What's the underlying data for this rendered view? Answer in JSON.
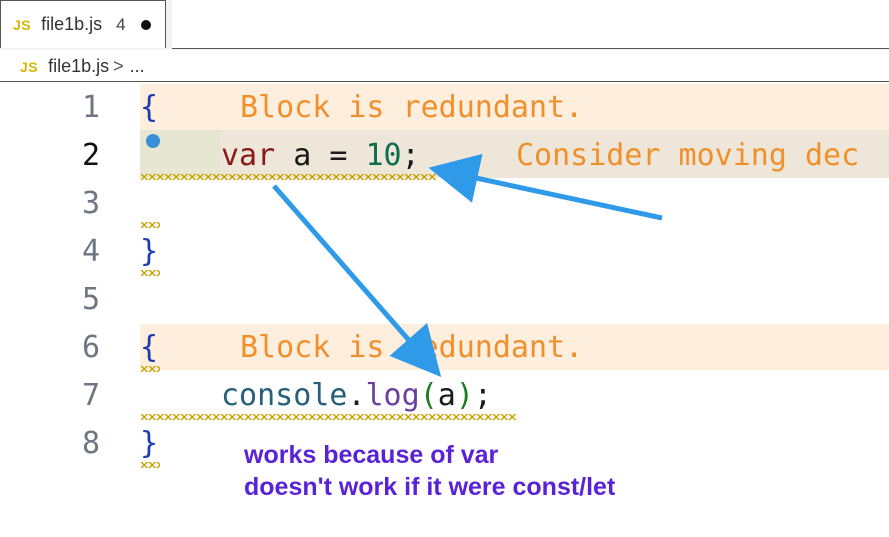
{
  "tab": {
    "icon": "JS",
    "name": "file1b.js",
    "count": "4"
  },
  "breadcrumb": {
    "icon": "JS",
    "file": "file1b.js",
    "separator": ">",
    "more": "..."
  },
  "lines": [
    "1",
    "2",
    "3",
    "4",
    "5",
    "6",
    "7",
    "8"
  ],
  "code": {
    "l1_brace": "{",
    "l1_ghost": "Block is redundant.",
    "l2_var": "var",
    "l2_rest_a": " a = ",
    "l2_num": "10",
    "l2_semi": ";",
    "l2_ghost": "Consider moving dec",
    "l4_brace": "}",
    "l6_brace": "{",
    "l6_ghost": "Block is redundant.",
    "l7_obj": "console",
    "l7_dot": ".",
    "l7_fn": "log",
    "l7_open": "(",
    "l7_arg": "a",
    "l7_close": ")",
    "l7_semi": ";",
    "l8_brace": "}"
  },
  "notes": {
    "line1": "works because of var",
    "line2": "doesn't work if it were const/let"
  },
  "colors": {
    "arrow": "#2f9be8",
    "note": "#5a22d6",
    "ghost": "#f0902a",
    "highlight": "#fdeede"
  }
}
